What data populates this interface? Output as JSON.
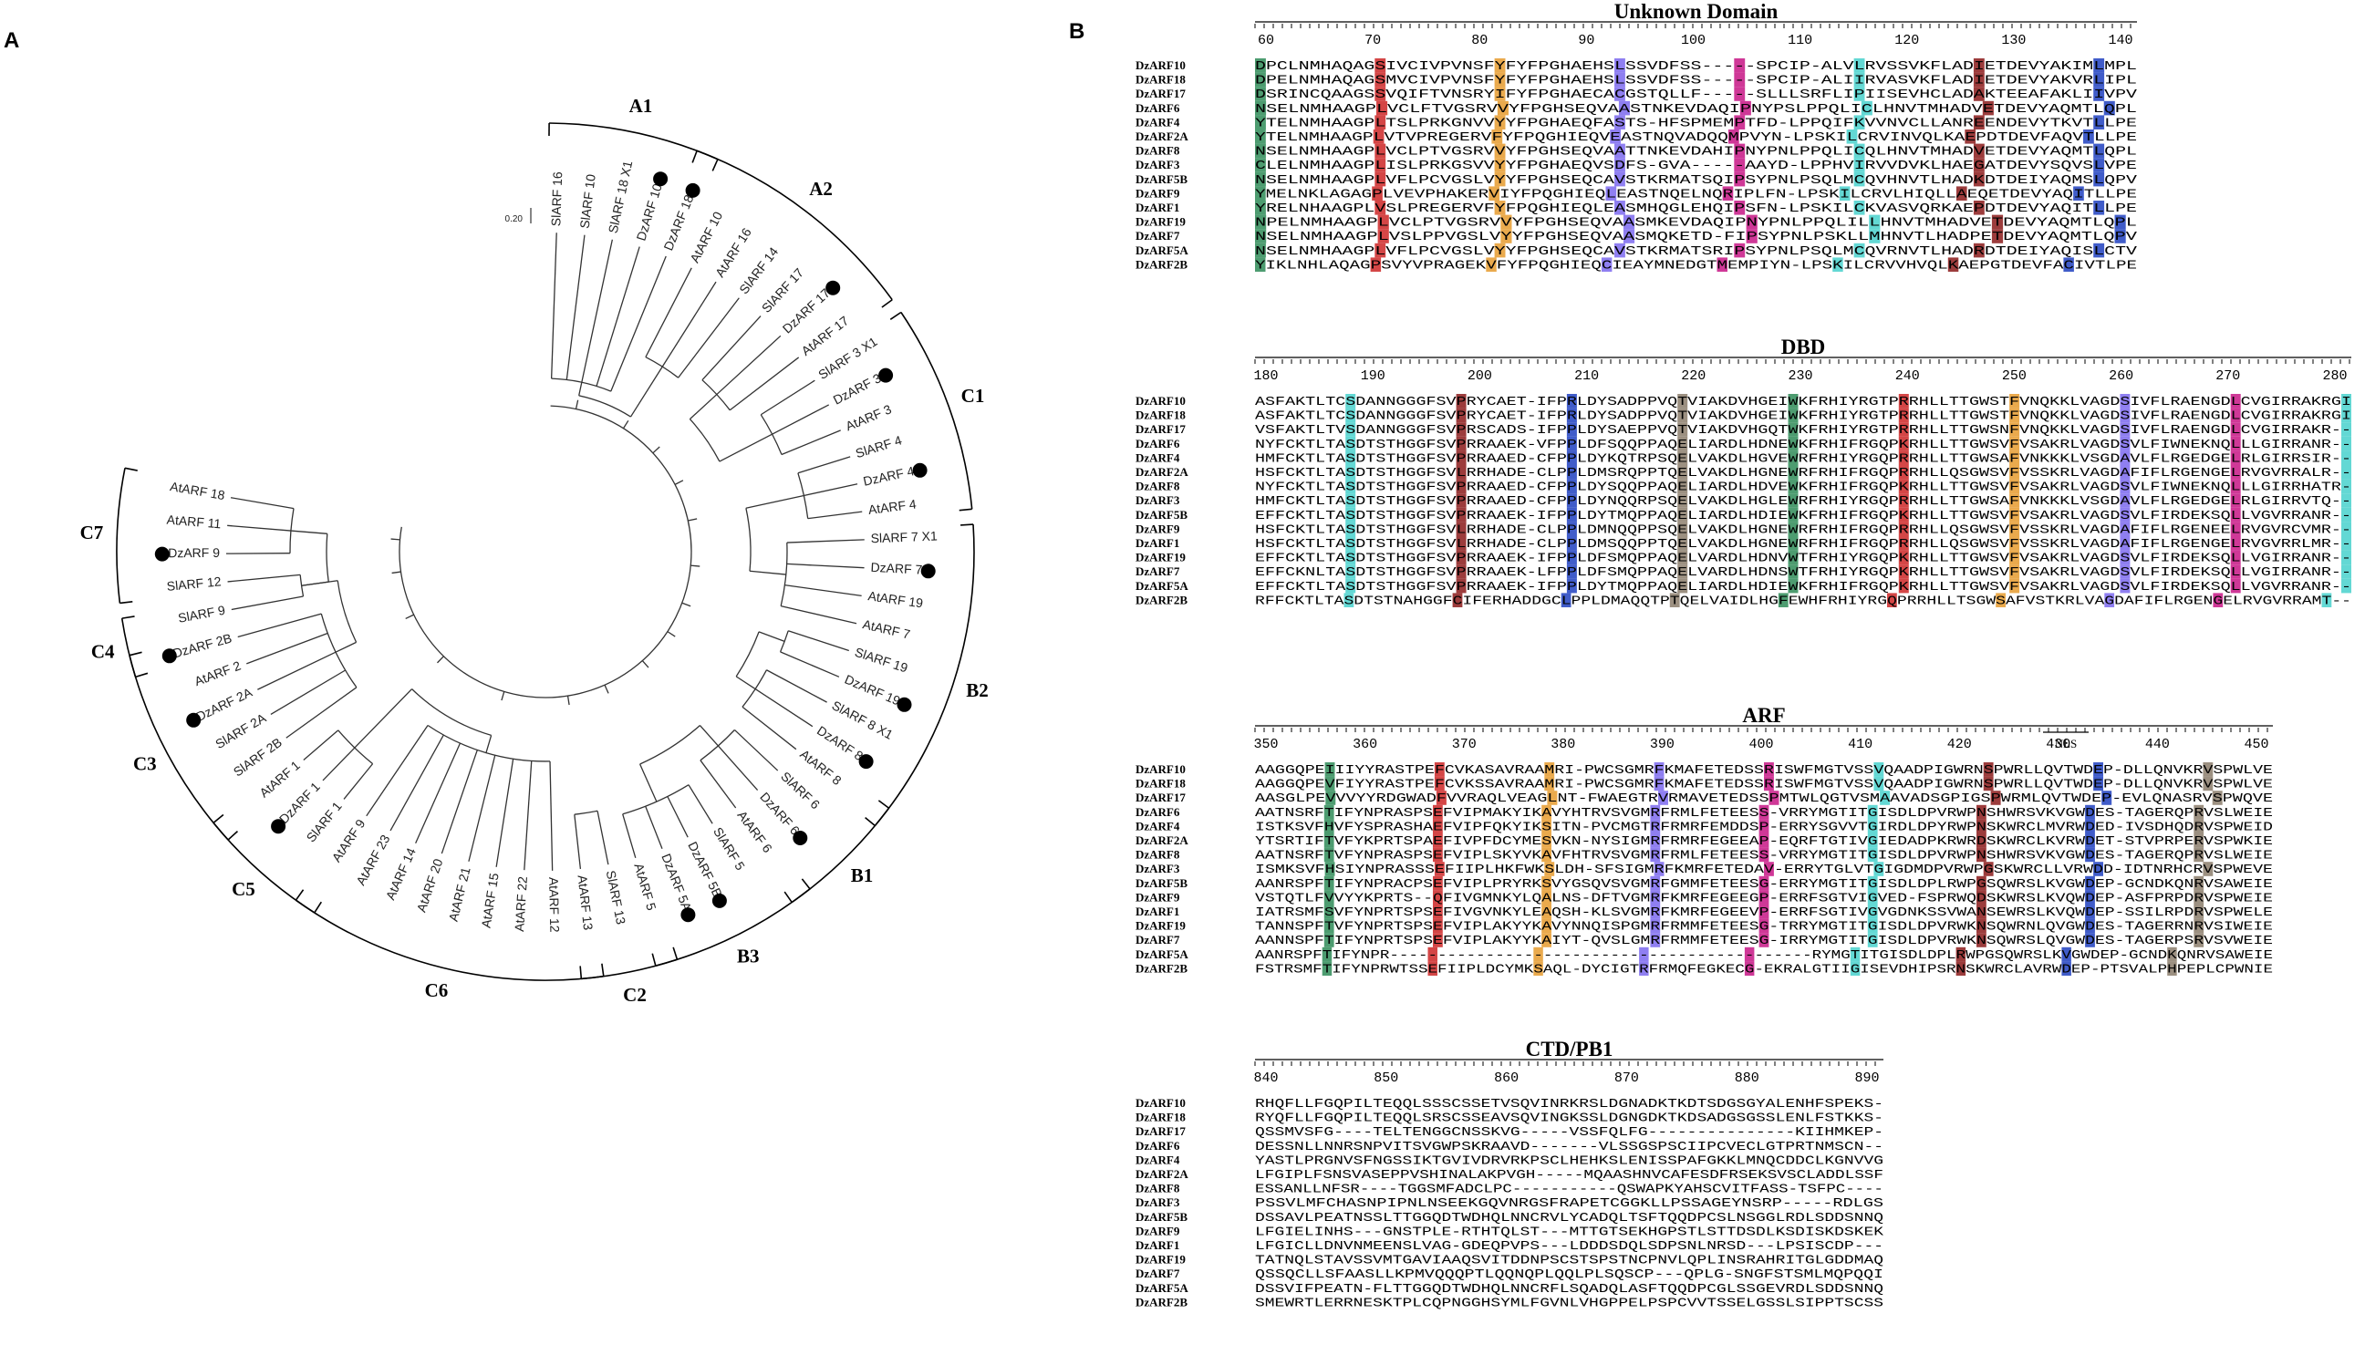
{
  "panel_a": {
    "letter": "A",
    "scale_label": "0.20",
    "leaves": [
      {
        "name": "SlARF 16",
        "marked": false
      },
      {
        "name": "SlARF 10",
        "marked": false
      },
      {
        "name": "SlARF 18 X1",
        "marked": false
      },
      {
        "name": "DzARF 10",
        "marked": true
      },
      {
        "name": "DzARF 18",
        "marked": true
      },
      {
        "name": "AtARF 10",
        "marked": false
      },
      {
        "name": "AtARF 16",
        "marked": false
      },
      {
        "name": "SlARF 14",
        "marked": false
      },
      {
        "name": "SlARF 17",
        "marked": false
      },
      {
        "name": "DzARF 17",
        "marked": true
      },
      {
        "name": "AtARF 17",
        "marked": false
      },
      {
        "name": "SlARF 3 X1",
        "marked": false
      },
      {
        "name": "DzARF 3",
        "marked": true
      },
      {
        "name": "AtARF 3",
        "marked": false
      },
      {
        "name": "SlARF 4",
        "marked": false
      },
      {
        "name": "DzARF 4",
        "marked": true
      },
      {
        "name": "AtARF 4",
        "marked": false
      },
      {
        "name": "SlARF 7 X1",
        "marked": false
      },
      {
        "name": "DzARF 7",
        "marked": true
      },
      {
        "name": "AtARF 19",
        "marked": false
      },
      {
        "name": "AtARF 7",
        "marked": false
      },
      {
        "name": "SlARF 19",
        "marked": false
      },
      {
        "name": "DzARF 19",
        "marked": true
      },
      {
        "name": "SlARF 8 X1",
        "marked": false
      },
      {
        "name": "DzARF 8",
        "marked": true
      },
      {
        "name": "AtARF 8",
        "marked": false
      },
      {
        "name": "SlARF 6",
        "marked": false
      },
      {
        "name": "DzARF 6",
        "marked": true
      },
      {
        "name": "AtARF 6",
        "marked": false
      },
      {
        "name": "SlARF 5",
        "marked": false
      },
      {
        "name": "DzARF 5B",
        "marked": true
      },
      {
        "name": "DzARF 5A",
        "marked": true
      },
      {
        "name": "AtARF 5",
        "marked": false
      },
      {
        "name": "SlARF 13",
        "marked": false
      },
      {
        "name": "AtARF 13",
        "marked": false
      },
      {
        "name": "AtARF 12",
        "marked": false
      },
      {
        "name": "AtARF 22",
        "marked": false
      },
      {
        "name": "AtARF 15",
        "marked": false
      },
      {
        "name": "AtARF 21",
        "marked": false
      },
      {
        "name": "AtARF 20",
        "marked": false
      },
      {
        "name": "AtARF 14",
        "marked": false
      },
      {
        "name": "AtARF 23",
        "marked": false
      },
      {
        "name": "AtARF 9",
        "marked": false
      },
      {
        "name": "SlARF 1",
        "marked": false
      },
      {
        "name": "DzARF 1",
        "marked": true
      },
      {
        "name": "AtARF 1",
        "marked": false
      },
      {
        "name": "SlARF 2B",
        "marked": false
      },
      {
        "name": "SlARF 2A",
        "marked": false
      },
      {
        "name": "DzARF 2A",
        "marked": true
      },
      {
        "name": "AtARF 2",
        "marked": false
      },
      {
        "name": "DzARF 2B",
        "marked": true
      },
      {
        "name": "SlARF 9",
        "marked": false
      },
      {
        "name": "SlARF 12",
        "marked": false
      },
      {
        "name": "DzARF 9",
        "marked": true
      },
      {
        "name": "AtARF 11",
        "marked": false
      },
      {
        "name": "AtARF 18",
        "marked": false
      }
    ],
    "clades": [
      "A1",
      "A2",
      "C1",
      "B2",
      "B1",
      "B3",
      "C2",
      "C6",
      "C5",
      "C3",
      "C4",
      "C7"
    ]
  },
  "panel_b": {
    "letter": "B",
    "nls_label": "NLS",
    "sequence_names": [
      "DzARF10",
      "DzARF18",
      "DzARF17",
      "DzARF6",
      "DzARF4",
      "DzARF2A",
      "DzARF8",
      "DzARF3",
      "DzARF5B",
      "DzARF9",
      "DzARF1",
      "DzARF19",
      "DzARF7",
      "DzARF5A",
      "DzARF2B"
    ],
    "blocks": [
      {
        "title": "Unknown Domain",
        "ruler": [
          "60",
          "70",
          "80",
          "90",
          "100",
          "110",
          "120",
          "130",
          "140"
        ],
        "sequences": [
          "DPCLNMHAQAGSIVCIVPVNSFYFYFPGHAEHSLSSVDFSS-----SPCIP-ALVLRVSSVKFLADIETDEVYAKIMLMPL",
          "DPELNMHAQAGSMVCIVPVNSFYFYFPGHAEHSLSSVDFSS-----SPCIP-ALIIRVASVKFLADIETDEVYAKVRLIPL",
          "DSRINCQAAGSSVQIFTVNSRYIFYFPGHAECACGSTQLLF-----SLLLSRFLIPIISEVHCLADAKTEEAFAKLIIVPV",
          "NSELNMHAAGPLVCLFTVGSRVVYFPGHSEQVAASTNKEVDAQIPNYPSLPPQLICLHNVTMHADVETDEVYAQMTLQPL",
          "YTELNMHAAGPLTSLPRKGNVVYYFPGHAEQFASTS-HFSPMEMPTFD-LPPQIFKVVNVCLLANREENDEVYTKVTLLPE",
          "YTELNMHAAGPLVTVPREGERVFYFPQGHIEQVEASTNQVADQQMPVYN-LPSKILCRVINVQLKAEPDTDEVFAQVTLLPE",
          "NSELNMHAAGPLVCLPTVGSRVVYFPGHSEQVAATTNKEVDAHIPNYPNLPPQLICQLHNVTMHADVETDEVYAQMTLQPL",
          "CLELNMHAAGPLISLPRKGSVVYYFPGHAEQVSDFS-GVA-----AAYD-LPPHVIRVVDVKLHAEGATDEVYSQVSLVPE",
          "NSELNMHAAGPLVFLPCVGSLVYYFPGHSEQCAVSTKRMATSQIPSYPNLPSQLMCQVHNVTLHADKDTDEIYAQMSLQPV",
          "YMELNKLAGAGPLVEVPHAKERVIYFPQGHIEQLEASTNQELNQRIPLFN-LPSKILCRVLHIQLLAEQETDEVYAQITLLPE",
          "YRELNHAAGPLVSLPREGERVFYFPQGHIEQLEASMHQGLEHQIPSFN-LPSKILCKVASVQRKAEPDTDEVYAQITLLPE",
          "NPELNMHAAGPLVCLPTVGSRVVYFPGHSEQVAASMKEVDAQIPNYPNLPPQLILLHNVTMHADVETDEVYAQMTLQPL",
          "NSELNMHAAGPLVSLPPVGSLVYYFPGHSEQVAASMQKETD-FIPSYPNLPSKLLMHNVTLHADPETDEVYAQMTLQPV",
          "NSELNMHAAGPLVFLPCVGSLVYYFPGHSEQCAVSTKRMATSRIPSYPNLPSQLMCQVRNVTLHADRDTDEIYAQISLCTV",
          "YIKLNHLAQAGPSVYVPRAGEKVFYFPQGHIEQCIEAYMNEDGTMEMPIYN-LPSKILCRVVHVQLKAEPGTDEVFACIVTLPE"
        ]
      },
      {
        "title": "DBD",
        "ruler": [
          "180",
          "190",
          "200",
          "210",
          "220",
          "230",
          "240",
          "250",
          "260",
          "270",
          "280"
        ],
        "sequences": [
          "ASFAKTLTCSDANNGGGFSVPRYCAET-IFPRLDYSADPPVQTVIAKDVHGEIWKFRHIYRGTPRRHLLTTGWSTFVNQKKLVAGDSIVFLRAENGDLCVGIRRAKRGI",
          "ASFAKTLTCSDANNGGGFSVPRYCAET-IFPRLDYSADPPVQTVIAKDVHGEIWKFRHIYRGTPRRHLLTTGWSTFVNQKKLVAGDSIVFLRAENGDLCVGIRRAKRGI",
          "VSFAKTLTVSDANNGGGFSVPRSCADS-IFPPLDYSAEPPVQTVIAKDVHGQTWKFRHIYRGTPRRHLLTTGWSNFVNQKKLVAGDSIVFLRAENGDLCVGIRRAKR--",
          "NYFCKTLTASDTSTHGGFSVPRRAAEK-VFPPLDFSQQPPAQELIARDLHDNEWKFRHIFRGQPKRHLLTTGWSVFVSAKRLVAGDSVLFIWNEKNQLLLGIRRANR--",
          "HMFCKTLTASDTSTHGGFSVPRRAAED-CFPPLDYKQTRPSQELVAKDLHGVEWRFRHIYRGQPRRHLLTTGWSAFVNKKKLVSGDAVLFLRGEDGELRLGIRRSIR--",
          "HSFCKTLTASDTSTHGGFSVLRRHADE-CLPPLDMSRQPPTQELVAKDLHGNEWRFRHIFRGQPRRHLLQSGWSVFVSSKRLVAGDAFIFLRGENGELRVGVRRALR--",
          "NYFCKTLTASDTSTHGGFSVPRRAAED-CFPPLDYSQQPPAQELIARDLHDVEWKFRHIFRGQPKRHLLTTGWSVFVSAKRLVAGDSVLFIWNEKNQLLLGIRRHATR-",
          "HMFCKTLTASDTSTHGGFSVPRRAAED-CFPPLDYNQQRPSQELVAKDLHGLEWRFRHIYRGQPRRHLLTTGWSAFVNKKKLVSGDAVLFLRGEDGELRLGIRRVTQ--",
          "EFFCKTLTASDTSTHGGFSVPRRAAEK-IFPPLDYTMQPPAQELIARDLHDIEWKFRHIFRGQPKRHLLTTGWSVFVSAKRLVAGDSVLFIRDEKSQLLVGVRRANR--",
          "HSFCKTLTASDTSTHGGFSVLRRHADE-CLPPLDMNQQPPSQELVAKDLHGNEWRFRHIFRGQPRRHLLQSGWSVFVSSKRLVAGDAFIFLRGENEELRVGVRCVMR--",
          "HSFCKTLTASDTSTHGGFSVLRRHADE-CLPPLDMSQQPPTQELVAKDLHGNEWRFRHIFRGQPRRHLLQSGWSVFVSSKRLVAGDAFIFLRGENGELRVGVRRLMR--",
          "EFFCKTLTASDTSTHGGFSVPRRAAEK-IFPPLDFSMQPPAQELVARDLHDNVWTFRHIYRGQPKRHLLTTGWSVFVSAKRLVAGDSVLFIRDEKSQLLVGIRRANR--",
          "EFFCKNLTASDTSTHGGFSVPRRAAEK-LFPPLDFSMQPPAQELVARDLHDNSWTFRHIYRGQPKRHLLTTGWSVFVSAKRLVAGDSVLFIRDEKSQLLVGIRRANR--",
          "EFFCKTLTASDTSTHGGFSVPRRAAEK-IFPPLDYTMQPPAQELIARDLHDIEWKFRHIFRGQPKRHLLTTGWSVFVSAKRLVAGDSVLFIRDEKSQLLVGVRRANR--",
          "RFFCKTLTASDTSTNAHGGFCIFERHADDGCLPPLDMAQQTPTQELVAIDLHGFEWHFRHIYRGQPRRHLLTSGWSAFVSTKRLVAGDAFIFLRGENGELRVGVRRAMT--"
        ]
      },
      {
        "title": "ARF",
        "ruler": [
          "350",
          "360",
          "370",
          "380",
          "390",
          "400",
          "410",
          "420",
          "430",
          "440",
          "450"
        ],
        "sequences": [
          "AAGGQPEIIIYYRASTPEFCVKASAVRAAMRI-PWCSGMRFKMAFETEDSSRISWFMGTVSSVQAADPIGWRNSPWRLLQVTWDEP-DLLQNVKRVSPWLVE",
          "AAGGQPEVFIYYRASTPEFCVKSSAVRAAMRI-PWCSGMRFKMAFETEDSSRISWFMGTVSSVQAADPIGWRNSPWRLLQVTWDEP-DLLQNVKRVSPWLVE",
          "AASGLPEVVVYYRDGWADFVVRAQLVEAGLNT-FWAEGTRVRMAVETEDSSPMTWLQGTVSMAAVADSGPIGSPWRMLQVTWDEP-EVLQNASRVSPWQVE",
          "AATNSRFTIFYNPRASPSEFVIPMAKYIKAVYHTRVSVGMRFRMLFETEESS-VRRYMGTITGISDLDPVRWPNSHWRSVKVGWDES-TAGERQPRVSLWEIE",
          "ISTKSVFHVFYSPRASHAEFVIPFQKYIKSITN-PVCMGTRFRMRFEMDDSP-ERRYSGVVTGIRDLDPYRWPNSKWRCLMVRWDED-IVSDHQDRVSPWEID",
          "YTSRTIFTVFYKPRTSPAEFIVPFDCYMESVKN-NYSIGMRFRMRFEGEEAP-EQRFTGTIVGIEDADPKRWRDSKWRCLKVRWDET-STVPRPERVSPWKIE",
          "AATNSRFTVFYNPRASPSEFVIPLSKYVKAVFHTRVSVGMRFRMLFETEESS-VRRYMGTITGISDLDPVRWPNSHWRSVKVGWDES-TAGERQPRVSLWEIE",
          "ISMKSVFHSIYNPRASSSEFIIPLHKFWKSLDH-SFSIGMRFKMRFETEDAV-ERRYTGLVTGIGDMDPVRWPGSKWRCLLVRWDD-IDTNRHCRVSPWEVE",
          "AANRSPFTIFYNPRACPSEFVIPLPRYRKSVYGSQVSVGMRFGMMFETEESG-ERRYMGTITGISDLDPLRWPGSQWRSLKVGWDEP-GCNDKQNRVSAWEIE",
          "VSTQTLFVVYYKPRTS--QFIVGMNKYLQALNS-DFTVGMRFKMRFEGEEGP-ERRFSGTVIGVED-FSPRWQDSKWRSLKVQWDEP-ASFPRPDRVSPWEIE",
          "IATRSMFSVFYNPRTSPSEFIVGVNKYLEAQSH-KLSVGMRFKMRFEGEEVP-ERRFSGTIVGVGDNKSSVWANSEWRSLKVQWDEP-SSILRPDRVSPWELE",
          "TANNSPFTVFYNPRTSPSEFVIPLAKYYKAVYNNQISPGMRFRMMFETEESG-TRRYMGTITGISDLDPVRWKNSQWRNLQVGWDES-TAGERRNRVSIWEIE",
          "AANNSPFTIFYNPRTSPSEFVIPLAKYYKAIYT-QVSLGMRFRMMFETEESG-IRRYMGTITGISDLDPVRWKNSQWRSLQVGWDES-TAGERPSRVSVWEIE",
          "AANRSPFTIFYNPR--------------------------------------------RYMGTITGISDLDPLRWPGSQWRSLKVGWDEP-GCNDKQNRVSAWEIE",
          "FSTRSMFTIFYNPRWTSSEFIIPLDCYMKSAQL-DYCIGTRFRMQFEGKECG-EKRALGTIIGISEVDHIPSRNSKWRCLAVRWDEP-PTSVALPHPEPLCPWNIE"
        ]
      },
      {
        "title": "CTD/PB1",
        "ruler": [
          "840",
          "850",
          "860",
          "870",
          "880",
          "890"
        ],
        "sequences": [
          "RHQFLLFGQPILTEQQLSSSCSSETVSQVINRKRSLDGNADKTKDTSDGSGYALENHFSPEKS-",
          "RYQFLLFGQPILTEQQLSRSCSSEAVSQVINGKSSLDGNGDKTKDSADGSGSSLENLFSTKKS-",
          "QSSMVSFG----TELTENGGCNSSKVG-----VSSFQLFG---------------KIIHMKEP-",
          "DESSNLLNNRSNPVITSVGWPSKRAAVD-------VLSSGSPSCIIPCVECLGTPRTNMSCN--",
          "YASTLPRGNVSFNGSSIKTGVIVDRVRKPSCLHEHKSLENISSPAFGKKLMNQCDDCLKGNVVG",
          "LFGIPLFSNSVASEPPVSHINALAKPVGH-----MQAASHNVCAFESDFRSEKSVSCLADDLSSF",
          "ESSANLLNFSR----TGGSMFADCLPC-----------QSWAPKYAHSCVITFASS-TSFPC----",
          "PSSVLMFCHASNPIPNLNSEEKGQVNRGSFRAPETCGGKLLPSSAGEYNSRP-----RDLGS",
          "DSSAVLPEATNSSLTTGGQDTWDHQLNNCRVLYCADQLTSFTQQDPCSLNSGGLRDLSDDSNNQ",
          "LFGIELINHS---GNSTPLE-RTHTQLST---MTTGTSEKHGPSTLSTTDSDLKSDISKDSKEK",
          "LFGICLLDNVNMEENSLVAG-GDEQPVPS---LDDDSDQLSDPSNLNRSD---LPSISCDP---",
          "TATNQLSTAVSSVMTGAVIAAQSVITDDNPSCSTSPSTNCPNVLQPLINSRAHRITGLGDDMAQ",
          "QSSQCLLSFAASLLKPMVQQQPTLQQNQPLQQLPLSQSCP---QPLG-SNGFSTSMLMQPQQI",
          "DSSVIFPEATN-FLTTGGQDTWDHQLNNCRFLSQADQLASFTQQDPCGLSSGEVRDLSDDSNNQ",
          "SMEWRTLERRNESKTPLCQPNGGHSYMLFGVNLVHGPPELPSPCVVTSSELGSSLSIPPTSCSS"
        ]
      }
    ]
  }
}
